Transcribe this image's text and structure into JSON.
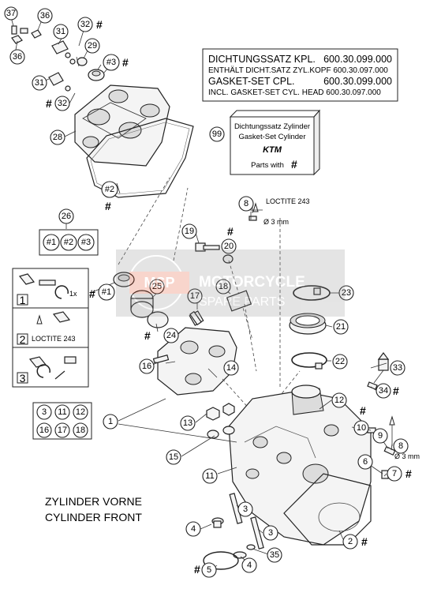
{
  "gasket_set": {
    "line1_label": "DICHTUNGSSATZ KPL.",
    "line1_number": "600.30.099.000",
    "line2": "ENTHÄLT DICHT.SATZ ZYL.KOPF 600.30.097.000",
    "line3_label": "GASKET-SET CPL.",
    "line3_number": "600.30.099.000",
    "line4": "INCL. GASKET-SET CYL. HEAD 600.30.097.000"
  },
  "cylinder_gasket_box": {
    "callout": "99",
    "line1": "Dichtungssatz Zylinder",
    "line2": "Gasket-Set Cylinder",
    "brand": "KTM",
    "parts_with": "Parts with",
    "hash": "#"
  },
  "loctite_label": "LOCTITE 243",
  "loctite_label_2": "LOCTITE 243",
  "thread_size_1": "Ø 3 mm",
  "thread_size_2": "Ø 3 mm",
  "install_steps": {
    "step1": "1",
    "step1_note": "1x",
    "step2": "2",
    "step3": "3"
  },
  "kit_26": {
    "callout": "26",
    "items": [
      "#1",
      "#2",
      "#3"
    ]
  },
  "kit_1": {
    "callout": "1",
    "items": [
      "3",
      "11",
      "12",
      "16",
      "17",
      "18"
    ]
  },
  "callouts": {
    "c37": "37",
    "c36a": "36",
    "c36b": "36",
    "c31a": "31",
    "c31b": "31",
    "c32a": "32",
    "c32b": "32",
    "c29": "29",
    "c3": "#3",
    "c28": "28",
    "c2": "#2",
    "c99": "99",
    "c8a": "8",
    "c19": "19",
    "c20": "20",
    "c1": "#1",
    "c25": "25",
    "c18": "18",
    "c23": "23",
    "c17": "17",
    "c24": "24",
    "c21": "21",
    "c22": "22",
    "c16": "16",
    "c14": "14",
    "c33": "33",
    "c34": "34",
    "c12": "12",
    "c13": "13",
    "c10": "10",
    "c9": "9",
    "c8b": "8",
    "c6": "6",
    "c7": "7",
    "c15": "15",
    "c11": "11",
    "c3a": "3",
    "c3b": "3",
    "c4a": "4",
    "c4b": "4",
    "c35": "35",
    "c5": "5",
    "c2b": "2"
  },
  "hash_symbol": "#",
  "cylinder_title": {
    "line1": "ZYLINDER VORNE",
    "line2": "CYLINDER FRONT"
  },
  "watermark": {
    "line1": "MOTORCYCLE",
    "line2": "SPARE PARTS",
    "logo_text": "MSP"
  }
}
